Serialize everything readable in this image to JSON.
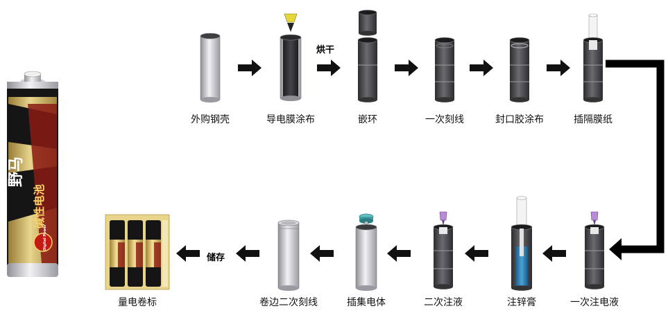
{
  "steps_row1": [
    {
      "id": "s1",
      "label": "外购钢壳"
    },
    {
      "id": "s2",
      "label": "导电膜涂布"
    },
    {
      "id": "s3",
      "label": "嵌环"
    },
    {
      "id": "s4",
      "label": "一次刻线"
    },
    {
      "id": "s5",
      "label": "封口胶涂布"
    },
    {
      "id": "s6",
      "label": "插隔膜纸"
    }
  ],
  "steps_row2": [
    {
      "id": "s7",
      "label": "一次注电液"
    },
    {
      "id": "s8",
      "label": "注锌膏"
    },
    {
      "id": "s9",
      "label": "二次注液"
    },
    {
      "id": "s10",
      "label": "插集电体"
    },
    {
      "id": "s11",
      "label": "卷边二次刻线"
    },
    {
      "id": "s12",
      "label": "量电卷标"
    }
  ],
  "notes": {
    "dry": "烘干",
    "store": "储存"
  },
  "battery_brand": {
    "logo": "野马",
    "product": "碱性电池",
    "badge": "Digital Power"
  },
  "colors": {
    "arrow": "#111111",
    "steel_light": "#e6e6ea",
    "steel_dark": "#8f8f96",
    "tube_dark": "#3a3a3e",
    "gold": "#d8b85a",
    "battery_black": "#151515",
    "battery_red": "#8a1a14",
    "purple_nozzle": "#b98cd6",
    "zinc_blue": "#2f7fb0"
  },
  "icons": [
    "right-arrow-icon",
    "left-arrow-icon",
    "connector-arrow-icon",
    "nozzle-icon"
  ]
}
